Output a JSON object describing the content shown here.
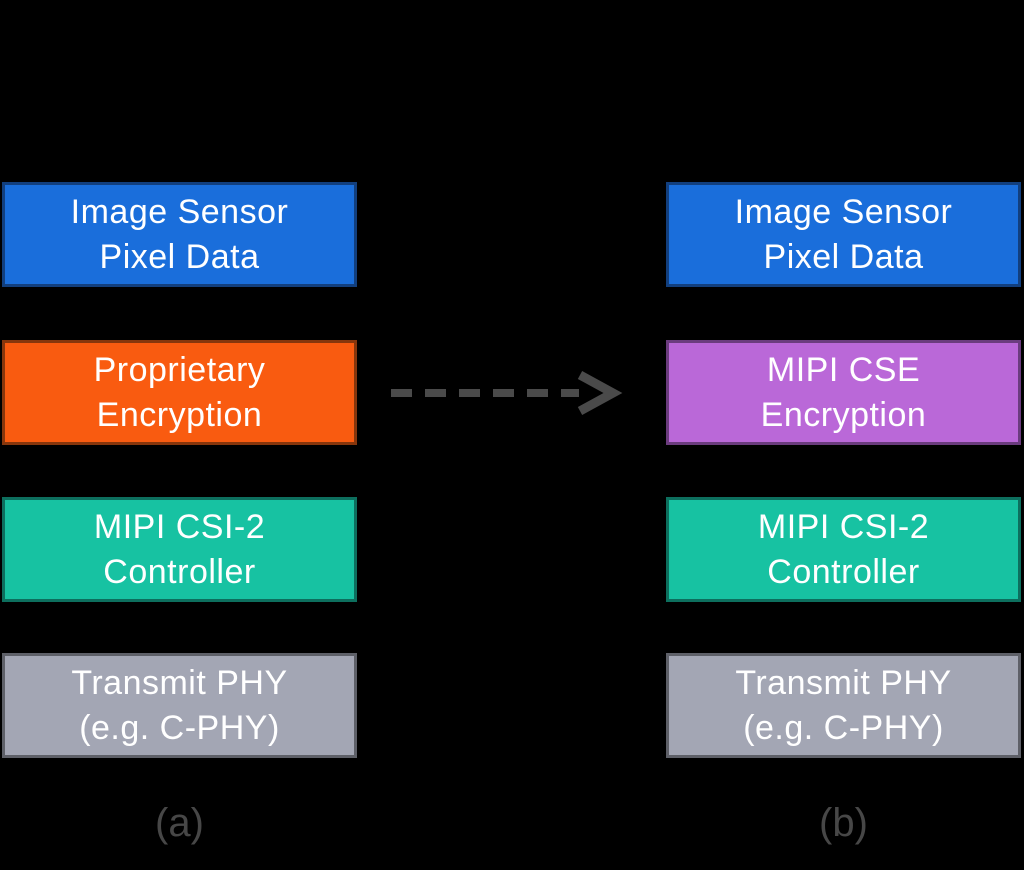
{
  "diagram": {
    "background": "#000000",
    "label_text_color": "#FFFFFF",
    "caption_color": "#474747",
    "columns": [
      {
        "caption": "(a)",
        "boxes": [
          {
            "line1": "Image Sensor",
            "line2": "Pixel Data",
            "color": "blue"
          },
          {
            "line1": "Proprietary",
            "line2": "Encryption",
            "color": "orange"
          },
          {
            "line1": "MIPI CSI-2",
            "line2": "Controller",
            "color": "teal"
          },
          {
            "line1": "Transmit PHY",
            "line2": "(e.g. C-PHY)",
            "color": "gray"
          }
        ]
      },
      {
        "caption": "(b)",
        "boxes": [
          {
            "line1": "Image Sensor",
            "line2": "Pixel Data",
            "color": "blue"
          },
          {
            "line1": "MIPI CSE",
            "line2": "Encryption",
            "color": "purple"
          },
          {
            "line1": "MIPI CSI-2",
            "line2": "Controller",
            "color": "teal"
          },
          {
            "line1": "Transmit PHY",
            "line2": "(e.g. C-PHY)",
            "color": "gray"
          }
        ]
      }
    ],
    "arrow": {
      "style": "dashed",
      "direction": "left-to-right",
      "from": "Proprietary Encryption",
      "to": "MIPI CSE Encryption",
      "color": "#4A4A4A"
    },
    "colors": {
      "blue": {
        "fill": "#1A6EDB",
        "border": "#123F7E"
      },
      "orange": {
        "fill": "#F95B10",
        "border": "#87360C"
      },
      "teal": {
        "fill": "#17C2A2",
        "border": "#0D6F5E"
      },
      "gray": {
        "fill": "#A3A6B4",
        "border": "#5E6068"
      },
      "purple": {
        "fill": "#BA68D8",
        "border": "#6B3C7E"
      }
    }
  }
}
